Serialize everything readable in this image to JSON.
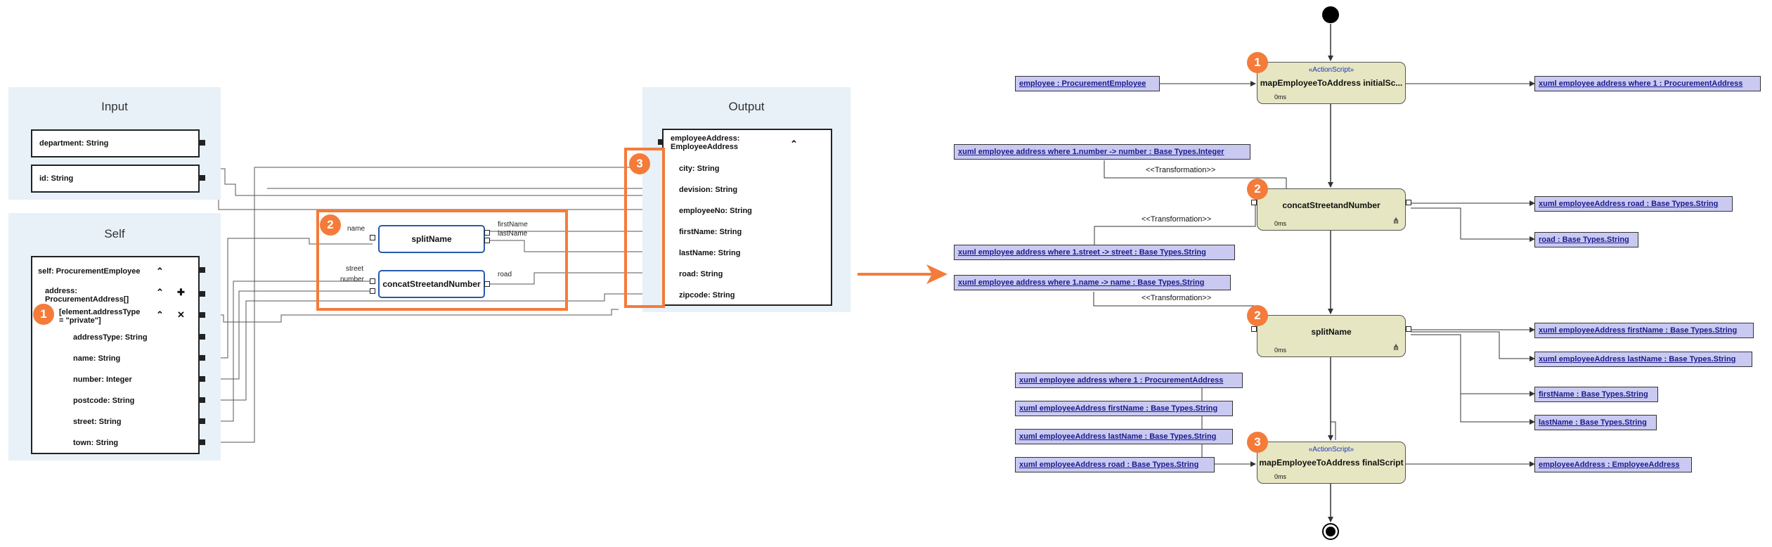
{
  "mapping": {
    "input": {
      "title": "Input",
      "fields": [
        "department: String",
        "id: String"
      ]
    },
    "self": {
      "title": "Self",
      "root": "self: ProcurementEmployee",
      "address_line1": "address:",
      "address_line2": "ProcurementAddress[]",
      "filter_line1": "[element.addressType",
      "filter_line2": "= \"private\"]",
      "fields": [
        "addressType: String",
        "name: String",
        "number: Integer",
        "postcode: String",
        "street: String",
        "town: String"
      ],
      "controls": {
        "collapse": "⌃",
        "add": "✚",
        "remove": "✕"
      }
    },
    "functions": {
      "split": {
        "name": "splitName",
        "in": "name",
        "out1": "firstName",
        "out2": "lastName"
      },
      "concat": {
        "name": "concatStreetandNumber",
        "in1": "street",
        "in2": "number",
        "out": "road"
      }
    },
    "output": {
      "title": "Output",
      "root_line1": "employeeAddress:",
      "root_line2": "EmployeeAddress",
      "fields": [
        "city: String",
        "devision: String",
        "employeeNo: String",
        "firstName: String",
        "lastName: String",
        "road: String",
        "zipcode: String"
      ]
    },
    "badges": [
      "1",
      "2",
      "3"
    ]
  },
  "activity": {
    "nodes": [
      {
        "stereotype": "«ActionScript»",
        "name": "mapEmployeeToAddress initialSc...",
        "time": "0ms",
        "badge": "1"
      },
      {
        "stereotype": "",
        "name": "concatStreetandNumber",
        "time": "0ms",
        "badge": "2"
      },
      {
        "stereotype": "",
        "name": "splitName",
        "time": "0ms",
        "badge": "2"
      },
      {
        "stereotype": "«ActionScript»",
        "name": "mapEmployeeToAddress finalScript",
        "time": "0ms",
        "badge": "3"
      }
    ],
    "objects": [
      "employee : ProcurementEmployee",
      "xuml employee address where 1 : ProcurementAddress",
      "xuml employee address where 1.number -> number : Base Types.Integer",
      "xuml employeeAddress road : Base Types.String",
      "road : Base Types.String",
      "xuml employee address where 1.street -> street : Base Types.String",
      "xuml employee address where 1.name -> name : Base Types.String",
      "xuml employeeAddress firstName : Base Types.String",
      "xuml employeeAddress lastName : Base Types.String",
      "firstName : Base Types.String",
      "lastName : Base Types.String",
      "xuml employee address where 1 : ProcurementAddress",
      "xuml employeeAddress firstName : Base Types.String",
      "xuml employeeAddress lastName : Base Types.String",
      "xuml employeeAddress road : Base Types.String",
      "employeeAddress : EmployeeAddress"
    ],
    "transformation_label": "<<Transformation>>"
  },
  "colors": {
    "accent": "#f47b3a",
    "panel_bg": "#e8f1f8",
    "node_fill": "#e6e6c2",
    "object_fill": "#c9c9f2",
    "object_text": "#1a1a8c",
    "stereotype_text": "#1a35c8",
    "function_border": "#2a5aa8"
  },
  "icons": [
    "collapse-icon",
    "add-icon",
    "remove-icon",
    "fork-icon",
    "arrow-icon"
  ]
}
